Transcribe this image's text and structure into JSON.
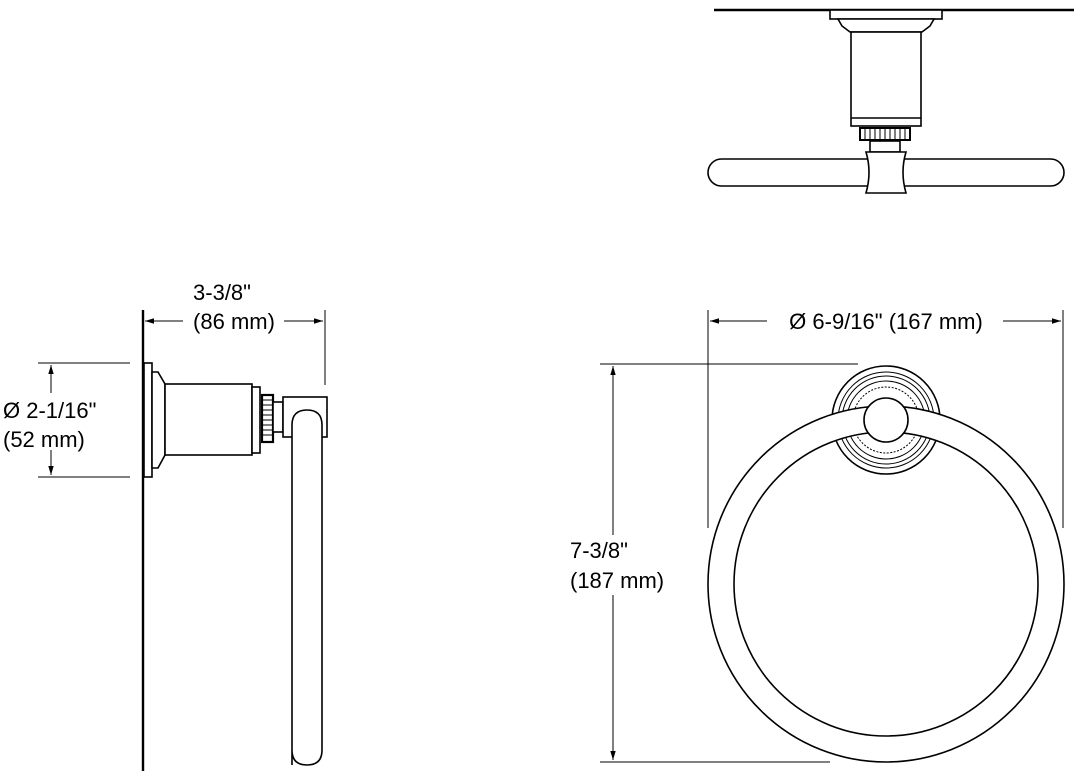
{
  "side_view": {
    "depth_in": "3-3/8\"",
    "depth_mm": "(86 mm)",
    "flange_diameter_in": "Ø 2-1/16\"",
    "flange_diameter_mm": "(52 mm)"
  },
  "front_view": {
    "ring_diameter": "Ø 6-9/16\" (167 mm)",
    "height_in": "7-3/8\"",
    "height_mm": "(187 mm)"
  },
  "colors": {
    "line": "#000000",
    "background": "#ffffff"
  }
}
